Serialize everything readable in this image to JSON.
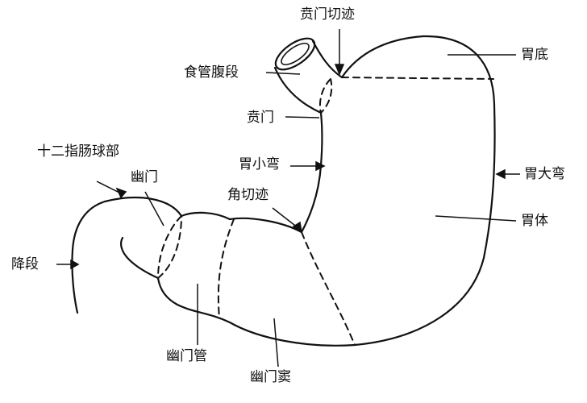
{
  "labels": {
    "cardiac_notch": "贲门切迹",
    "fundus": "胃底",
    "abdominal_esophagus": "食管腹段",
    "cardia": "贲门",
    "duodenal_bulb": "十二指肠球部",
    "lesser_curvature": "胃小弯",
    "greater_curvature": "胃大弯",
    "pylorus": "幽门",
    "angular_incisure": "角切迹",
    "body": "胃体",
    "descending_part": "降段",
    "pyloric_canal": "幽门管",
    "pyloric_antrum": "幽门窦"
  }
}
